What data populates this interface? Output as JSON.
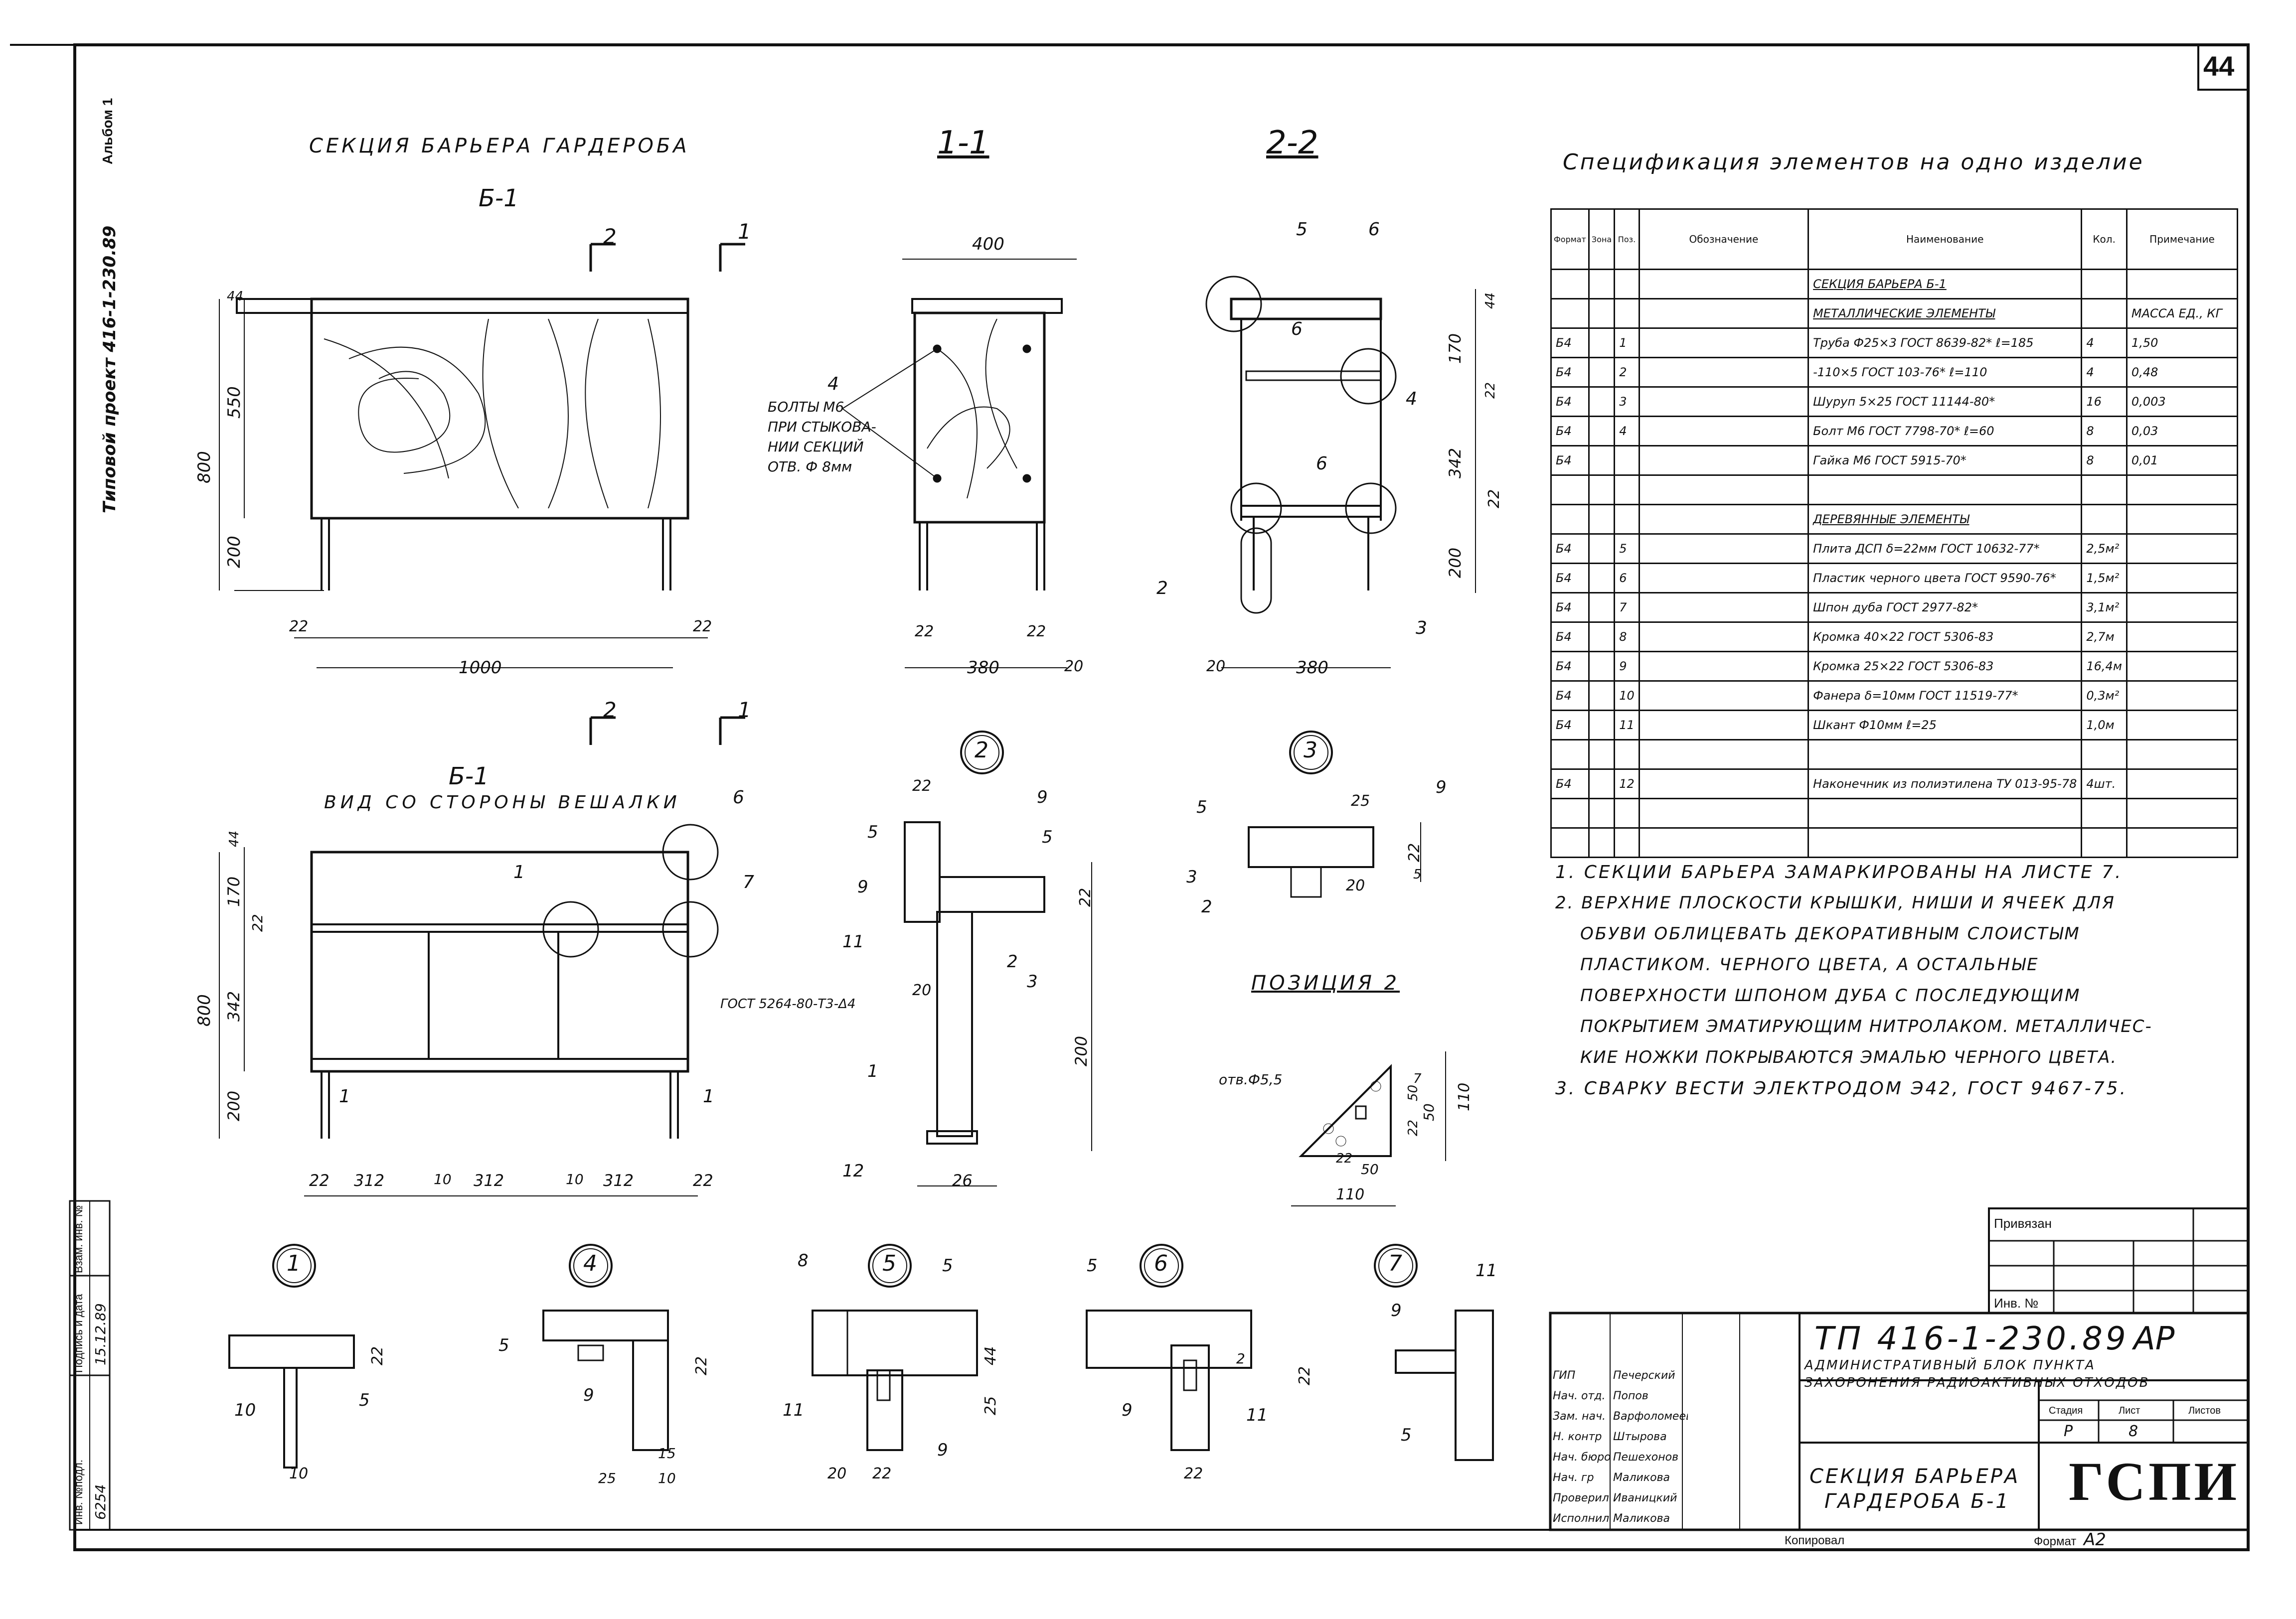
{
  "sheet": {
    "page_number": "44",
    "album": "Альбом 1",
    "project": "Типовой проект 416-1-230.89"
  },
  "titles": {
    "main": "СЕКЦИЯ БАРЬЕРА ГАРДЕРОБА",
    "b1_top": "Б-1",
    "sec11": "1-1",
    "sec22": "2-2",
    "b1_bottom": "Б-1",
    "side_view": "ВИД СО СТОРОНЫ ВЕШАЛКИ",
    "position2": "ПОЗИЦИЯ 2",
    "spec": "Спецификация элементов на одно изделие"
  },
  "front_dims": {
    "w": "1000",
    "h": "800",
    "top": "550",
    "leg": "200",
    "off1": "22",
    "off2": "22",
    "t": "44"
  },
  "sec11_dims": {
    "w": "400",
    "base": "380",
    "a": "22",
    "b": "22",
    "c": "20"
  },
  "sec22_dims": {
    "base": "380",
    "a": "20",
    "d1": "170",
    "d2": "342",
    "d3": "200",
    "d4": "22",
    "d5": "44",
    "d6": "22"
  },
  "bolts_note": [
    "БОЛТЫ М6",
    "ПРИ СТЫКОВА-",
    "НИИ СЕКЦИЙ",
    "ОТВ. Ф 8мм"
  ],
  "side_dims": {
    "h": "800",
    "a": "170",
    "b": "342",
    "c": "200",
    "d": "22",
    "e": "44",
    "s1": "22",
    "s2": "312",
    "s3": "10",
    "s4": "312",
    "s5": "10",
    "s6": "312",
    "s7": "22"
  },
  "gost_note": "ГОСТ 5264-80-Т3-Δ4",
  "det2_dims": {
    "a": "22",
    "b": "22",
    "c": "20",
    "d": "200",
    "e": "26"
  },
  "det3_dims": {
    "a": "25",
    "b": "22",
    "c": "20",
    "d": "5"
  },
  "pos2_dims": {
    "hole": "отв.Ф5,5",
    "a": "110",
    "b": "50",
    "c": "22",
    "d": "50",
    "e": "22",
    "f": "110",
    "g": "50",
    "h": "7"
  },
  "det1_dims": {
    "a": "22",
    "b": "10"
  },
  "det4_dims": {
    "a": "22",
    "b": "15",
    "c": "25",
    "d": "10"
  },
  "det5_dims": {
    "a": "44",
    "b": "25",
    "c": "20",
    "d": "22"
  },
  "det6_dims": {
    "a": "22",
    "b": "2"
  },
  "det7_dims": {
    "a": "22"
  },
  "spec": {
    "headers": [
      "Формат",
      "Зона",
      "Поз.",
      "Обозначение",
      "Наименование",
      "Кол.",
      "Примечание"
    ],
    "rows": [
      {
        "fmt": "",
        "pos": "",
        "name": "СЕКЦИЯ БАРЬЕРА Б-1",
        "qty": "",
        "note": ""
      },
      {
        "fmt": "",
        "pos": "",
        "name": "МЕТАЛЛИЧЕСКИЕ ЭЛЕМЕНТЫ",
        "qty": "",
        "note": "МАССА ЕД., КГ"
      },
      {
        "fmt": "Б4",
        "pos": "1",
        "name": "Труба Ф25×3 ГОСТ 8639-82* ℓ=185",
        "qty": "4",
        "note": "1,50"
      },
      {
        "fmt": "Б4",
        "pos": "2",
        "name": "-110×5 ГОСТ 103-76* ℓ=110",
        "qty": "4",
        "note": "0,48"
      },
      {
        "fmt": "Б4",
        "pos": "3",
        "name": "Шуруп 5×25 ГОСТ 11144-80*",
        "qty": "16",
        "note": "0,003"
      },
      {
        "fmt": "Б4",
        "pos": "4",
        "name": "Болт М6 ГОСТ 7798-70* ℓ=60",
        "qty": "8",
        "note": "0,03"
      },
      {
        "fmt": "Б4",
        "pos": "",
        "name": "Гайка М6 ГОСТ 5915-70*",
        "qty": "8",
        "note": "0,01"
      },
      {
        "fmt": "",
        "pos": "",
        "name": "",
        "qty": "",
        "note": ""
      },
      {
        "fmt": "",
        "pos": "",
        "name": "ДЕРЕВЯННЫЕ ЭЛЕМЕНТЫ",
        "qty": "",
        "note": ""
      },
      {
        "fmt": "Б4",
        "pos": "5",
        "name": "Плита ДСП δ=22мм ГОСТ 10632-77*",
        "qty": "2,5м²",
        "note": ""
      },
      {
        "fmt": "Б4",
        "pos": "6",
        "name": "Пластик черного цвета ГОСТ 9590-76*",
        "qty": "1,5м²",
        "note": ""
      },
      {
        "fmt": "Б4",
        "pos": "7",
        "name": "Шпон дуба ГОСТ 2977-82*",
        "qty": "3,1м²",
        "note": ""
      },
      {
        "fmt": "Б4",
        "pos": "8",
        "name": "Кромка 40×22 ГОСТ 5306-83",
        "qty": "2,7м",
        "note": ""
      },
      {
        "fmt": "Б4",
        "pos": "9",
        "name": "Кромка 25×22 ГОСТ 5306-83",
        "qty": "16,4м",
        "note": ""
      },
      {
        "fmt": "Б4",
        "pos": "10",
        "name": "Фанера δ=10мм ГОСТ 11519-77*",
        "qty": "0,3м²",
        "note": ""
      },
      {
        "fmt": "Б4",
        "pos": "11",
        "name": "Шкант Ф10мм ℓ=25",
        "qty": "1,0м",
        "note": ""
      },
      {
        "fmt": "",
        "pos": "",
        "name": "",
        "qty": "",
        "note": ""
      },
      {
        "fmt": "Б4",
        "pos": "12",
        "name": "Наконечник из полиэтилена ТУ 013-95-78",
        "qty": "4шт.",
        "note": ""
      },
      {
        "fmt": "",
        "pos": "",
        "name": "",
        "qty": "",
        "note": ""
      },
      {
        "fmt": "",
        "pos": "",
        "name": "",
        "qty": "",
        "note": ""
      }
    ]
  },
  "notes": [
    "1. СЕКЦИИ БАРЬЕРА ЗАМАРКИРОВАНЫ НА ЛИСТЕ 7.",
    "2. ВЕРХНИЕ ПЛОСКОСТИ КРЫШКИ, НИШИ И ЯЧЕЕК ДЛЯ",
    "ОБУВИ ОБЛИЦЕВАТЬ ДЕКОРАТИВНЫМ СЛОИСТЫМ",
    "ПЛАСТИКОМ. ЧЕРНОГО ЦВЕТА, А ОСТАЛЬНЫЕ",
    "ПОВЕРХНОСТИ ШПОНОМ ДУБА С ПОСЛЕДУЮЩИМ",
    "ПОКРЫТИЕМ ЭМАТИРУЮЩИМ НИТРОЛАКОМ. МЕТАЛЛИЧЕС-",
    "КИЕ НОЖКИ ПОКРЫВАЮТСЯ ЭМАЛЬЮ ЧЕРНОГО ЦВЕТА.",
    "3. СВАРКУ ВЕСТИ ЭЛЕКТРОДОМ Э42, ГОСТ 9467-75."
  ],
  "title_block": {
    "privyazan": "Привязан",
    "inv_no": "Инв. №",
    "code": "ТП 416-1-230.89",
    "mark": "АР",
    "object": [
      "АДМИНИСТРАТИВНЫЙ БЛОК ПУНКТА",
      "ЗАХОРОНЕНИЯ РАДИОАКТИВНЫХ ОТХОДОВ"
    ],
    "sheet_name": [
      "СЕКЦИЯ БАРЬЕРА",
      "ГАРДЕРОБА Б-1"
    ],
    "stage_label": "Стадия",
    "sheet_label": "Лист",
    "sheets_label": "Листов",
    "stage": "Р",
    "sheet": "8",
    "org": "ГСПИ",
    "copied": "Копировал",
    "format_label": "Формат",
    "format": "А2",
    "signers": [
      {
        "role": "ГИП",
        "name": "Печерский"
      },
      {
        "role": "Нач. отд.",
        "name": "Попов"
      },
      {
        "role": "Зам. нач. отд.",
        "name": "Варфоломеев"
      },
      {
        "role": "Н. контр",
        "name": "Штырова"
      },
      {
        "role": "Нач. бюро",
        "name": "Пешехонов"
      },
      {
        "role": "Нач. гр",
        "name": "Маликова"
      },
      {
        "role": "Проверил",
        "name": "Иваницкий"
      },
      {
        "role": "Исполнил",
        "name": "Маликова"
      }
    ]
  },
  "left_stamp": {
    "inv_podl": "Инв. №подл.",
    "podpis": "Подпись и дата",
    "vzam": "Взам. инв. №",
    "inv_value": "6254",
    "date_value": "15.12.89"
  }
}
